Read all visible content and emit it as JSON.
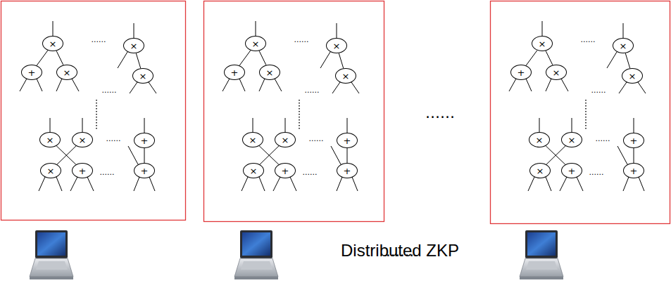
{
  "diagram": {
    "nodes": [
      {
        "text": [
          "×"
        ]
      },
      {
        "text": [
          "+"
        ]
      },
      {
        "text": [
          "×"
        ]
      },
      {
        "text": [
          "×"
        ]
      },
      {
        "text": [
          "×"
        ]
      },
      {
        "text": [
          "×"
        ]
      },
      {
        "text": [
          "×"
        ]
      },
      {
        "text": [
          "+"
        ]
      },
      {
        "text": [
          "×"
        ]
      },
      {
        "text": [
          "+"
        ]
      },
      {
        "text": [
          "+"
        ]
      },
      {
        "text": [
          "×"
        ]
      },
      {
        "text": [
          "+"
        ]
      },
      {
        "text": [
          "×"
        ]
      },
      {
        "text": [
          "×"
        ]
      },
      {
        "text": [
          "×"
        ]
      },
      {
        "text": [
          "×"
        ]
      },
      {
        "text": [
          "×"
        ]
      },
      {
        "text": [
          "+"
        ]
      },
      {
        "text": [
          "×"
        ]
      },
      {
        "text": [
          "+"
        ]
      },
      {
        "text": [
          "+"
        ]
      },
      {
        "text": [
          "×"
        ]
      },
      {
        "text": [
          "+"
        ]
      },
      {
        "text": [
          "×"
        ]
      },
      {
        "text": [
          "×"
        ]
      },
      {
        "text": [
          "×"
        ]
      },
      {
        "text": [
          "×"
        ]
      },
      {
        "text": [
          "×"
        ]
      },
      {
        "text": [
          "+"
        ]
      },
      {
        "text": [
          "×"
        ]
      },
      {
        "text": [
          "+"
        ]
      },
      {
        "text": [
          "+"
        ]
      }
    ],
    "edges": [
      {
        "from": 0,
        "to": 1,
        "arrow": "none"
      },
      {
        "from": 0,
        "to": 2,
        "arrow": "none"
      },
      {
        "from": 3,
        "to": 4,
        "arrow": "none"
      },
      {
        "from": 5,
        "to": 9,
        "arrow": "none"
      },
      {
        "from": 6,
        "to": 8,
        "arrow": "none"
      },
      {
        "from": 7,
        "to": 10,
        "arrow": "none"
      },
      {
        "from": 11,
        "to": 12,
        "arrow": "none"
      },
      {
        "from": 11,
        "to": 13,
        "arrow": "none"
      },
      {
        "from": 14,
        "to": 15,
        "arrow": "none"
      },
      {
        "from": 16,
        "to": 20,
        "arrow": "none"
      },
      {
        "from": 17,
        "to": 19,
        "arrow": "none"
      },
      {
        "from": 18,
        "to": 21,
        "arrow": "none"
      },
      {
        "from": 22,
        "to": 23,
        "arrow": "none"
      },
      {
        "from": 22,
        "to": 24,
        "arrow": "none"
      },
      {
        "from": 25,
        "to": 26,
        "arrow": "none"
      },
      {
        "from": 27,
        "to": 31,
        "arrow": "none"
      },
      {
        "from": 28,
        "to": 30,
        "arrow": "none"
      },
      {
        "from": 29,
        "to": 32,
        "arrow": "none"
      }
    ],
    "labels": [
      "......",
      "......",
      "......",
      "......",
      "......",
      "......",
      "......",
      "......",
      "......",
      "......",
      "......",
      "......",
      "......",
      "......",
      "Distributed ZKP"
    ]
  }
}
